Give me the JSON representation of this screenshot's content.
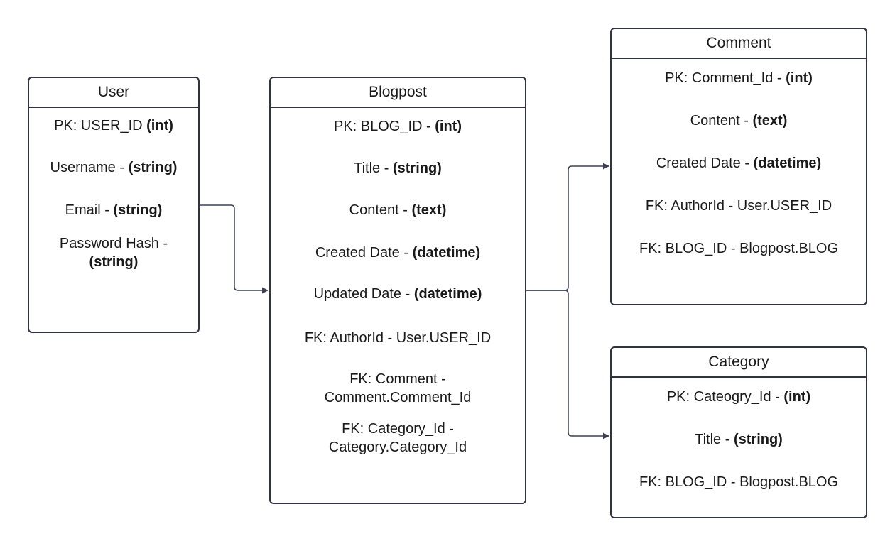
{
  "entities": {
    "user": {
      "title": "User",
      "fields": [
        {
          "text": "PK: USER_ID ",
          "type": "(int)"
        },
        {
          "text": "Username - ",
          "type": "(string)"
        },
        {
          "text": "Email - ",
          "type": "(string)"
        },
        {
          "text": "Password Hash - ",
          "type": "(string)"
        }
      ]
    },
    "blogpost": {
      "title": "Blogpost",
      "fields": [
        {
          "text": "PK: BLOG_ID - ",
          "type": "(int)"
        },
        {
          "text": "Title - ",
          "type": "(string)"
        },
        {
          "text": "Content - ",
          "type": "(text)"
        },
        {
          "text": "Created Date - ",
          "type": "(datetime)"
        },
        {
          "text": "Updated Date - ",
          "type": "(datetime)"
        },
        {
          "text": "FK: AuthorId - User.USER_ID",
          "type": ""
        },
        {
          "text": "FK: Comment - Comment.Comment_Id",
          "type": ""
        },
        {
          "text": "FK: Category_Id - Category.Category_Id",
          "type": ""
        }
      ]
    },
    "comment": {
      "title": "Comment",
      "fields": [
        {
          "text": "PK: Comment_Id - ",
          "type": "(int)"
        },
        {
          "text": "Content - ",
          "type": "(text)"
        },
        {
          "text": "Created Date - ",
          "type": "(datetime)"
        },
        {
          "text": "FK: AuthorId - User.USER_ID",
          "type": ""
        },
        {
          "text": "FK: BLOG_ID - Blogpost.BLOG",
          "type": ""
        }
      ]
    },
    "category": {
      "title": "Category",
      "fields": [
        {
          "text": "PK: Cateogry_Id - ",
          "type": "(int)"
        },
        {
          "text": "Title - ",
          "type": "(string)"
        },
        {
          "text": "FK: BLOG_ID - Blogpost.BLOG",
          "type": ""
        }
      ]
    }
  },
  "colors": {
    "border": "#2f3440",
    "connector": "#3b4150",
    "text": "#1a1a1a",
    "background": "#ffffff"
  }
}
